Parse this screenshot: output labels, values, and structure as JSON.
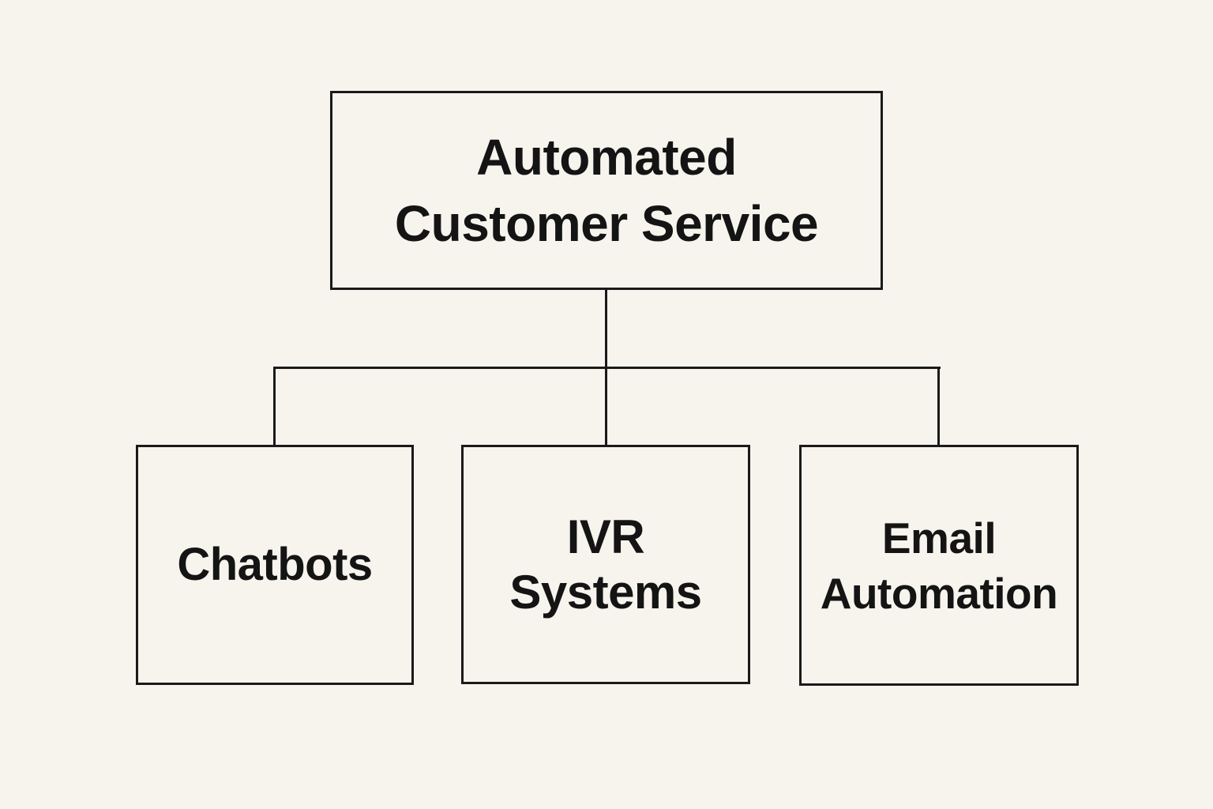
{
  "colors": {
    "background": "#f7f4ee",
    "line": "#1a1a1a",
    "text": "#141414",
    "box_fill": "#f7f4ee"
  },
  "diagram": {
    "type": "hierarchy-flowchart",
    "root": {
      "label": "Automated Customer Service",
      "line1": "Automated",
      "line2": "Customer Service"
    },
    "children": [
      {
        "id": "chatbots",
        "label": "Chatbots",
        "line1": "Chatbots",
        "line2": ""
      },
      {
        "id": "ivr-systems",
        "label": "IVR Systems",
        "line1": "IVR",
        "line2": "Systems"
      },
      {
        "id": "email-automation",
        "label": "Email Automation",
        "line1": "Email",
        "line2": "Automation"
      }
    ]
  }
}
